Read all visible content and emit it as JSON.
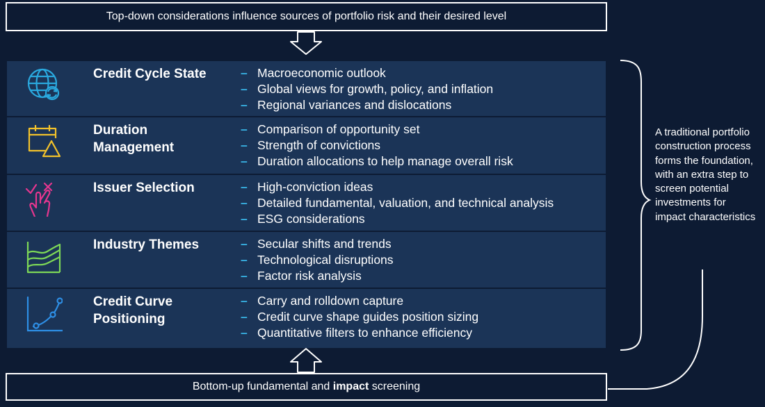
{
  "top_banner": "Top-down considerations influence sources of portfolio risk and their desired level",
  "bottom_banner": {
    "prefix": "Bottom-up fundamental and ",
    "bold": "impact",
    "suffix": " screening"
  },
  "side_note": "A traditional portfolio construction process forms the foundation, with an extra step to screen potential investments for impact characteristics",
  "colors": {
    "background": "#0d1b33",
    "row": "#1b3457",
    "dash": "#39b6e8",
    "icon_globe": "#2aa9df",
    "icon_calendar": "#f3c22b",
    "icon_hand": "#e6368f",
    "icon_area": "#7ed957",
    "icon_curve": "#2e8fe6"
  },
  "rows": [
    {
      "icon": "globe-cycle-icon",
      "title": "Credit Cycle State",
      "bullets": [
        "Macroeconomic outlook",
        "Global views for growth, policy, and inflation",
        "Regional variances and dislocations"
      ]
    },
    {
      "icon": "calendar-warning-icon",
      "title": "Duration Management",
      "bullets": [
        "Comparison of opportunity set",
        "Strength of convictions",
        "Duration allocations to help manage overall risk"
      ]
    },
    {
      "icon": "hand-select-icon",
      "title": "Issuer Selection",
      "bullets": [
        "High-conviction ideas",
        "Detailed fundamental, valuation, and technical analysis",
        "ESG considerations"
      ]
    },
    {
      "icon": "area-chart-icon",
      "title": "Industry Themes",
      "bullets": [
        "Secular shifts and trends",
        "Technological disruptions",
        "Factor risk analysis"
      ]
    },
    {
      "icon": "curve-chart-icon",
      "title": "Credit Curve Positioning",
      "bullets": [
        "Carry and rolldown capture",
        "Credit curve shape guides position sizing",
        "Quantitative filters to enhance efficiency"
      ]
    }
  ]
}
